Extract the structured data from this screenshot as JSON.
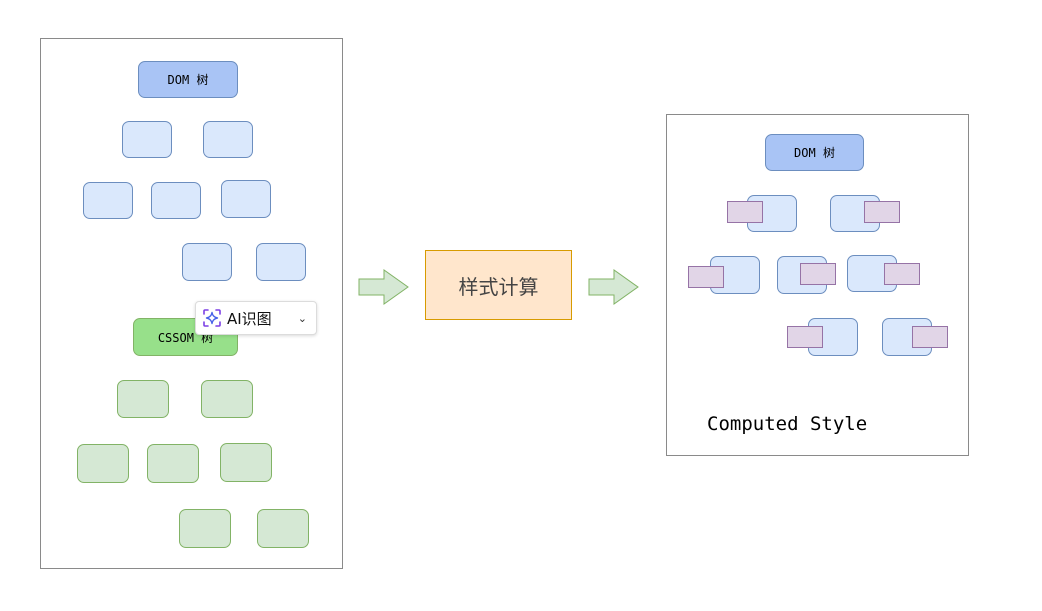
{
  "left": {
    "dom_root_label": "DOM 树",
    "cssom_root_label": "CSSOM 树"
  },
  "middle": {
    "process_label": "样式计算"
  },
  "right": {
    "dom_root_label": "DOM 树",
    "annotation_label": "Computed Style"
  },
  "overlay": {
    "ai_button_label": "AI识图"
  },
  "colors": {
    "node_blue_fill": "#dae8fc",
    "node_blue_border": "#6c8ebf",
    "root_blue_fill": "#a9c4f5",
    "node_green_fill": "#d5e8d4",
    "node_green_border": "#82b366",
    "root_green_fill": "#97e08a",
    "style_fill": "#e1d5e7",
    "style_border": "#9673a6",
    "process_fill": "#ffe6cc",
    "process_border": "#d79b00",
    "arrow_fill": "#d5e8d4"
  }
}
